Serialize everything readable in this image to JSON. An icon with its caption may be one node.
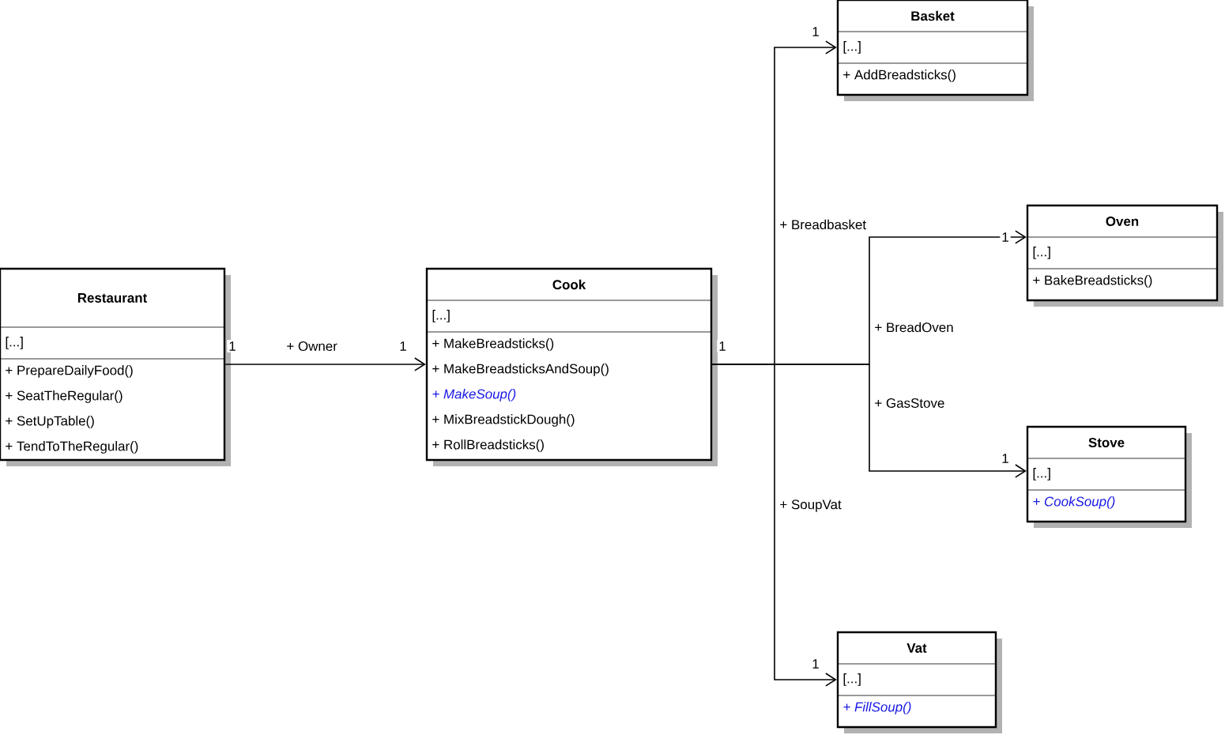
{
  "diagram": {
    "nodes": [
      {
        "text": [
          "Restaurant",
          "[...]",
          "+ PrepareDailyFood()",
          "+ SeatTheRegular()",
          "+ SetUpTable()",
          "+ TendToTheRegular()"
        ]
      },
      {
        "text": [
          "Cook",
          "[...]",
          "+ MakeBreadsticks()",
          "+ MakeBreadsticksAndSoup()",
          "*+ MakeSoup()*",
          "+ MixBreadstickDough()",
          "+ RollBreadsticks()"
        ]
      },
      {
        "text": [
          "Basket",
          "[...]",
          "+ AddBreadsticks()"
        ]
      },
      {
        "text": [
          "Oven",
          "[...]",
          "+ BakeBreadsticks()"
        ]
      },
      {
        "text": [
          "Stove",
          "[...]",
          "*+ CookSoup()*"
        ]
      },
      {
        "text": [
          "Vat",
          "[...]",
          "*+ FillSoup()*"
        ]
      }
    ],
    "edges": [
      {
        "from": 0,
        "to": 1,
        "arrow": "to",
        "label": "+ Owner"
      },
      {
        "from": 1,
        "to": 2,
        "arrow": "to",
        "label": "+ Breadbasket"
      },
      {
        "from": 1,
        "to": 3,
        "arrow": "to",
        "label": "+ BreadOven"
      },
      {
        "from": 1,
        "to": 4,
        "arrow": "to",
        "label": "+ GasStove"
      },
      {
        "from": 1,
        "to": 5,
        "arrow": "to",
        "label": "+ SoupVat"
      }
    ],
    "labels": [
      "1",
      "1",
      "1",
      "1",
      "1",
      "1",
      "1"
    ]
  }
}
